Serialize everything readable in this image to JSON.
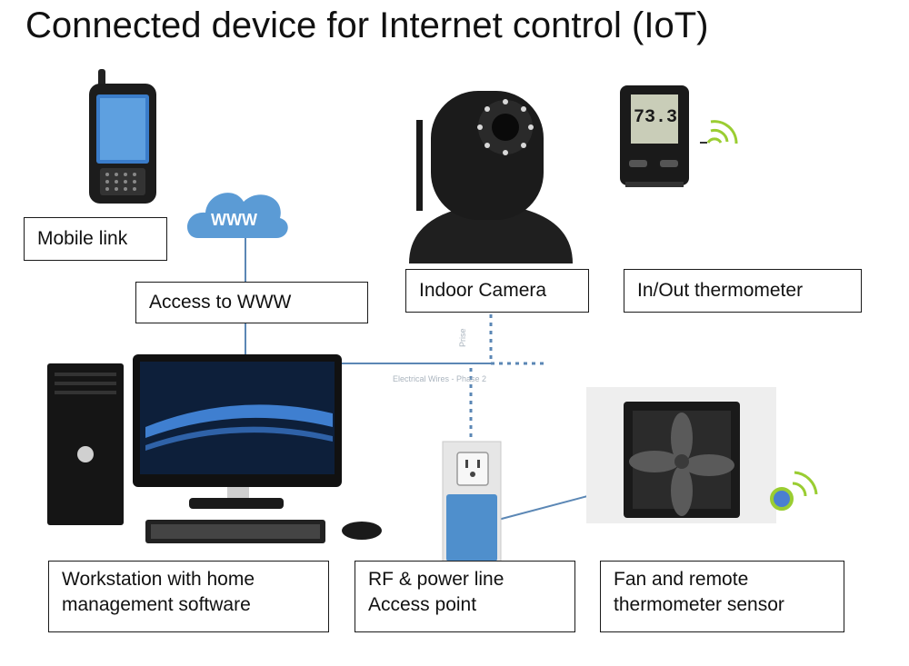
{
  "title": "Connected device for Internet  control (IoT)",
  "labels": {
    "mobile": "Mobile link",
    "www": "Access to  WWW",
    "camera": "Indoor Camera",
    "thermometer": "In/Out thermometer",
    "workstation": [
      "Workstation with home",
      "management software"
    ],
    "access_point": [
      "RF & power line",
      "Access point"
    ],
    "fan": [
      "Fan and remote",
      "thermometer sensor"
    ]
  },
  "cloud_text": "WWW",
  "thermo_display": "73.3",
  "wire_labels": {
    "ethernet": "Electrical Wires - Phase 2",
    "power": "Prise"
  },
  "colors": {
    "cloud": "#5b9bd5",
    "connector_line": "#5b87b5",
    "signal": "#9acd32",
    "access_point": "#4f8fcc"
  },
  "icons": [
    "phone-icon",
    "cloud-icon",
    "camera-icon",
    "thermometer-icon",
    "computer-icon",
    "access-point-icon",
    "fan-icon",
    "signal-icon"
  ]
}
